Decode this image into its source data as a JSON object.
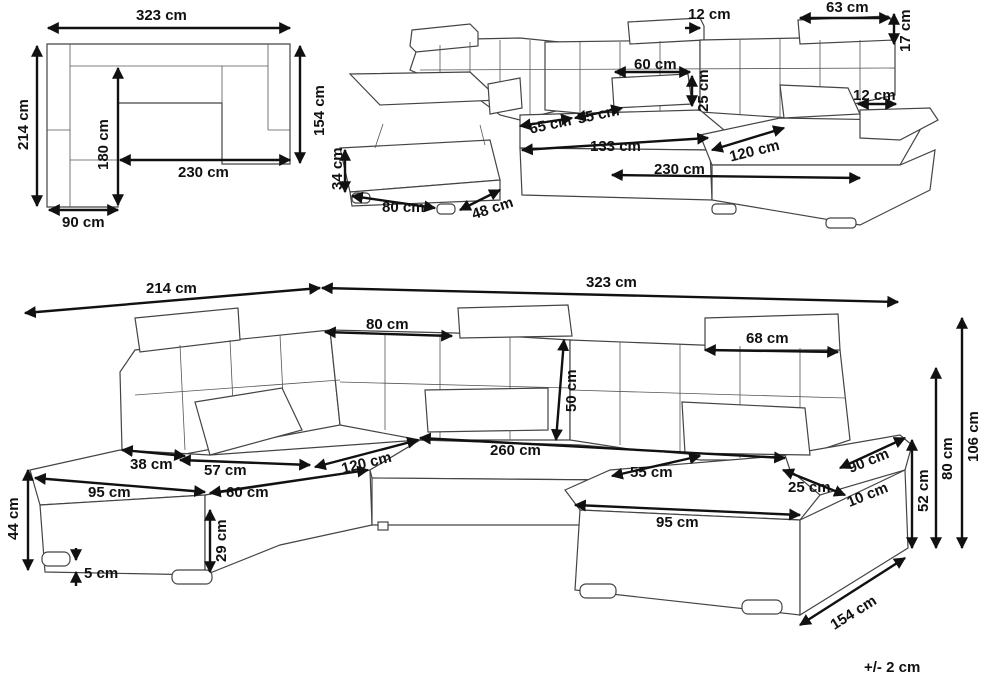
{
  "labels": {
    "top_width": "323 cm",
    "left_depth": "214 cm",
    "inner_depth": "180 cm",
    "inner_width": "230 cm",
    "right_depth": "154 cm",
    "arm_width": "90 cm",
    "headrest_w": "12 cm",
    "headrest_top": "63 cm",
    "headrest_h": "17 cm",
    "box_w": "60 cm",
    "box_h": "25 cm",
    "box_side": "12 cm",
    "seat_65": "65 cm",
    "seat_55": "55 cm",
    "seat_133": "133 cm",
    "seat_120": "120 cm",
    "seat_230": "230 cm",
    "store_h": "34 cm",
    "store_w": "80 cm",
    "store_d": "48 cm",
    "main_214": "214 cm",
    "main_323": "323 cm",
    "main_80": "80 cm",
    "main_68": "68 cm",
    "main_50": "50 cm",
    "main_260": "260 cm",
    "main_38": "38 cm",
    "main_57": "57 cm",
    "main_120": "120 cm",
    "main_95a": "95 cm",
    "main_60": "60 cm",
    "main_44": "44 cm",
    "main_29": "29 cm",
    "main_5": "5 cm",
    "main_55": "55 cm",
    "main_25": "25 cm",
    "main_90": "90 cm",
    "main_10": "10 cm",
    "main_95b": "95 cm",
    "main_52": "52 cm",
    "main_80v": "80 cm",
    "main_106": "106 cm",
    "main_154": "154 cm",
    "tolerance": "+/- 2 cm"
  }
}
